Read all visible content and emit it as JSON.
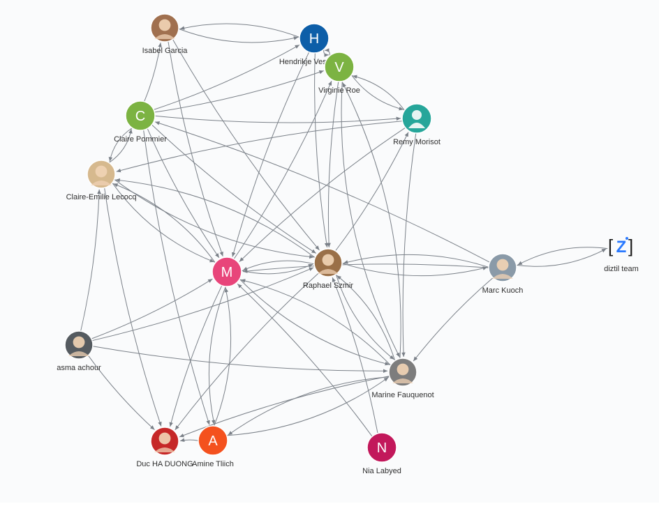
{
  "graph": {
    "nodes": [
      {
        "id": "isabel",
        "label": "Isabel Garcia",
        "avatar": "photo-avatar",
        "color": "#a0704f"
      },
      {
        "id": "hendrikje",
        "label": "Hendrikje Vespasien",
        "initial": "H",
        "color": "#0d5ea8"
      },
      {
        "id": "virginie",
        "label": "Virginie Roe",
        "initial": "V",
        "color": "#7cb342"
      },
      {
        "id": "remy",
        "label": "Remy Morisot",
        "avatar": "person-icon",
        "color": "#26a69a"
      },
      {
        "id": "claire_p",
        "label": "Claire Pommier",
        "initial": "C",
        "color": "#7cb342"
      },
      {
        "id": "claire_e",
        "label": "Claire-Emilie Lecocq",
        "avatar": "photo-avatar",
        "color": "#d6b98e"
      },
      {
        "id": "m",
        "label": "",
        "initial": "M",
        "color": "#e8457a"
      },
      {
        "id": "raphael",
        "label": "Raphael Szmir",
        "avatar": "photo-avatar",
        "color": "#9a7048"
      },
      {
        "id": "marc",
        "label": "Marc Kuoch",
        "avatar": "photo-avatar",
        "color": "#8a9aa8"
      },
      {
        "id": "diztil",
        "label": "diztil team",
        "logo": "z",
        "color": "#2979ff"
      },
      {
        "id": "asma",
        "label": "asma achour",
        "avatar": "photo-avatar",
        "color": "#555b60"
      },
      {
        "id": "marine",
        "label": "Marine Fauquenot",
        "avatar": "photo-avatar",
        "color": "#7d7d7d"
      },
      {
        "id": "duc",
        "label": "Duc HA DUONG",
        "avatar": "photo-avatar",
        "color": "#c62828"
      },
      {
        "id": "amine",
        "label": "Amine Tliich",
        "initial": "A",
        "color": "#f4511e"
      },
      {
        "id": "nia",
        "label": "Nia Labyed",
        "initial": "N",
        "color": "#c2185b"
      }
    ],
    "edges": [
      [
        "hendrikje",
        "isabel"
      ],
      [
        "isabel",
        "hendrikje"
      ],
      [
        "claire_p",
        "isabel"
      ],
      [
        "isabel",
        "raphael"
      ],
      [
        "isabel",
        "m"
      ],
      [
        "hendrikje",
        "virginie"
      ],
      [
        "virginie",
        "hendrikje"
      ],
      [
        "claire_p",
        "hendrikje"
      ],
      [
        "hendrikje",
        "raphael"
      ],
      [
        "hendrikje",
        "m"
      ],
      [
        "claire_p",
        "virginie"
      ],
      [
        "virginie",
        "remy"
      ],
      [
        "remy",
        "virginie"
      ],
      [
        "virginie",
        "raphael"
      ],
      [
        "virginie",
        "marine"
      ],
      [
        "marine",
        "virginie"
      ],
      [
        "m",
        "virginie"
      ],
      [
        "claire_p",
        "remy"
      ],
      [
        "remy",
        "claire_e"
      ],
      [
        "remy",
        "m"
      ],
      [
        "raphael",
        "remy"
      ],
      [
        "remy",
        "marine"
      ],
      [
        "claire_p",
        "claire_e"
      ],
      [
        "claire_e",
        "claire_p"
      ],
      [
        "claire_p",
        "m"
      ],
      [
        "claire_p",
        "raphael"
      ],
      [
        "claire_p",
        "amine"
      ],
      [
        "claire_e",
        "m"
      ],
      [
        "m",
        "claire_e"
      ],
      [
        "claire_e",
        "raphael"
      ],
      [
        "raphael",
        "claire_e"
      ],
      [
        "claire_e",
        "duc"
      ],
      [
        "asma",
        "claire_e"
      ],
      [
        "raphael",
        "m"
      ],
      [
        "m",
        "raphael"
      ],
      [
        "marc",
        "m"
      ],
      [
        "marc",
        "raphael"
      ],
      [
        "raphael",
        "marc"
      ],
      [
        "marc",
        "claire_p"
      ],
      [
        "marc",
        "diztil"
      ],
      [
        "diztil",
        "marc"
      ],
      [
        "marc",
        "marine"
      ],
      [
        "asma",
        "m"
      ],
      [
        "asma",
        "raphael"
      ],
      [
        "asma",
        "marine"
      ],
      [
        "asma",
        "duc"
      ],
      [
        "m",
        "marine"
      ],
      [
        "marine",
        "m"
      ],
      [
        "raphael",
        "marine"
      ],
      [
        "marine",
        "raphael"
      ],
      [
        "m",
        "duc"
      ],
      [
        "m",
        "amine"
      ],
      [
        "amine",
        "m"
      ],
      [
        "amine",
        "duc"
      ],
      [
        "amine",
        "marine"
      ],
      [
        "marine",
        "amine"
      ],
      [
        "raphael",
        "duc"
      ],
      [
        "marine",
        "duc"
      ],
      [
        "nia",
        "m"
      ],
      [
        "nia",
        "raphael"
      ]
    ]
  }
}
